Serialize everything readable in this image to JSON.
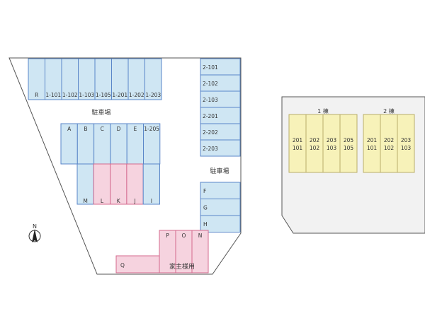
{
  "colors": {
    "stall_blue_fill": "#cfe6f3",
    "stall_blue_stroke": "#5a86c8",
    "stall_pink_fill": "#f6d3df",
    "stall_pink_stroke": "#d46a8e",
    "building_fill": "#f7f2b9",
    "building_stroke": "#b9ad6a",
    "lot_fill": "#ffffff",
    "lot_stroke": "#555555",
    "neighbor_fill": "#f2f2f2",
    "neighbor_stroke": "#555555"
  },
  "labels": {
    "parking_top": "駐車場",
    "parking_right": "駐車場",
    "owner_use": "家主様用",
    "north": "N"
  },
  "top_row": [
    "R",
    "1-101",
    "1-102",
    "1-103",
    "1-105",
    "1-201",
    "1-202",
    "1-203"
  ],
  "right_column": [
    "2-101",
    "2-102",
    "2-103",
    "2-201",
    "2-202",
    "2-203"
  ],
  "middle_upper": [
    "A",
    "B",
    "C",
    "D",
    "E",
    "1-205"
  ],
  "middle_lower": [
    "M",
    "L",
    "K",
    "J",
    "I"
  ],
  "right_lower": [
    "F",
    "G",
    "H"
  ],
  "owner_stalls": [
    "P",
    "O",
    "N"
  ],
  "owner_wide": "Q",
  "buildings": [
    {
      "title": "1 棟",
      "units": [
        [
          "201",
          "101"
        ],
        [
          "202",
          "102"
        ],
        [
          "203",
          "103"
        ],
        [
          "205",
          "105"
        ]
      ]
    },
    {
      "title": "2 棟",
      "units": [
        [
          "201",
          "101"
        ],
        [
          "202",
          "102"
        ],
        [
          "203",
          "103"
        ]
      ]
    }
  ]
}
